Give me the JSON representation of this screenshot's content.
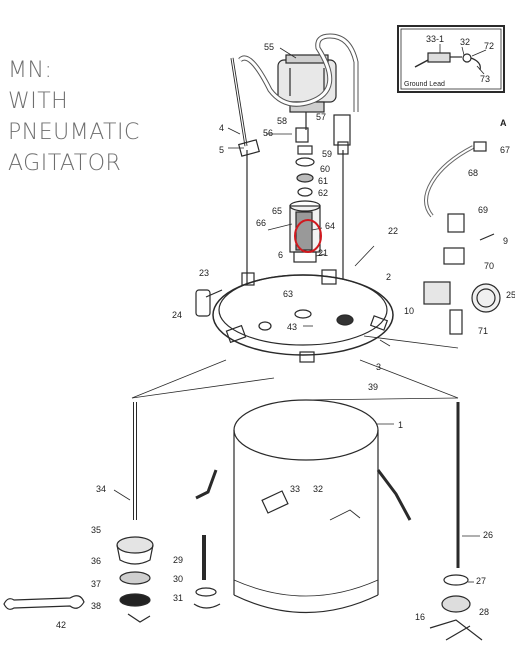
{
  "title": {
    "lines": [
      "MN:",
      "WITH",
      "PNEUMATIC",
      "AGITATOR"
    ]
  },
  "inset": {
    "labels": [
      "33-1",
      "32",
      "72",
      "73"
    ],
    "ground_label": "Ground Lead"
  },
  "view_marker": "A",
  "part_labels": [
    "55",
    "4",
    "5",
    "58",
    "56",
    "57",
    "59",
    "60",
    "61",
    "62",
    "65",
    "66",
    "64",
    "6",
    "21",
    "22",
    "23",
    "24",
    "63",
    "43",
    "2",
    "3",
    "39",
    "1",
    "67",
    "68",
    "69",
    "9",
    "70",
    "10",
    "25",
    "71",
    "34",
    "35",
    "36",
    "37",
    "38",
    "42",
    "32",
    "33",
    "29",
    "30",
    "31",
    "26",
    "27",
    "28",
    "16",
    "A"
  ],
  "colors": {
    "line": "#2a2a2a",
    "highlight": "#d0191f",
    "title": "#6e6e6e"
  }
}
